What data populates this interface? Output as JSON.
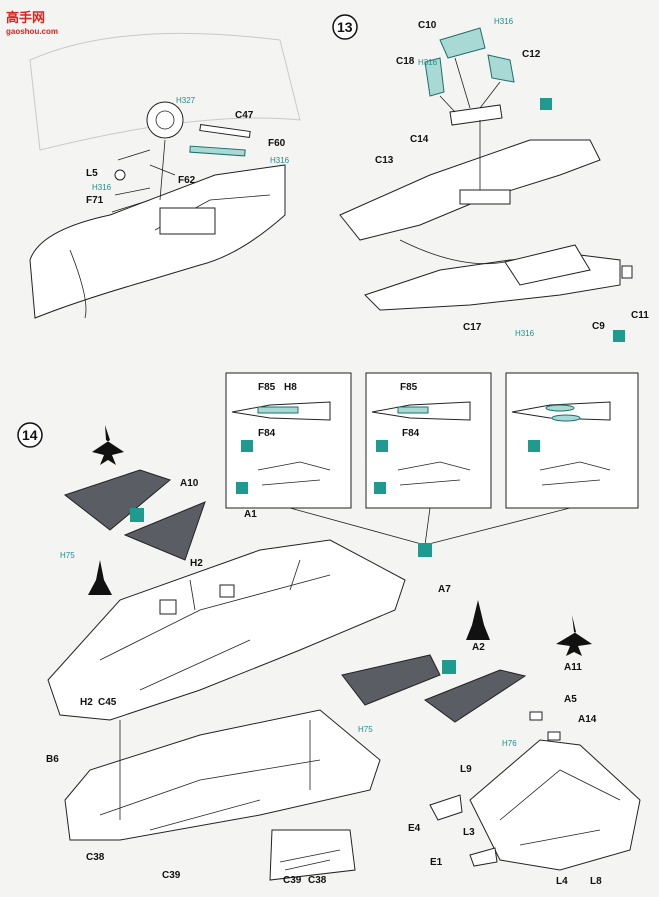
{
  "watermark": {
    "text": "高手网",
    "url": "gaoshou.com"
  },
  "steps": {
    "s13": "13",
    "s14": "14"
  },
  "h_prefix": "H",
  "h_codes": {
    "h327": "327",
    "h316": "316",
    "h75": "75",
    "h76": "76"
  },
  "parts_step12": {
    "C47": "C47",
    "F60": "F60",
    "F62": "F62",
    "L5": "L5",
    "F71": "F71"
  },
  "parts_step13": {
    "C10": "C10",
    "C12": "C12",
    "C18": "C18",
    "C14": "C14",
    "C13": "C13",
    "C17": "C17",
    "C9": "C9",
    "C11": "C11"
  },
  "parts_inset": {
    "F85": "F85",
    "H8": "H8",
    "F84": "F84"
  },
  "parts_step14": {
    "A10": "A10",
    "A1": "A1",
    "H2": "H2",
    "A7": "A7",
    "A2": "A2",
    "A11": "A11",
    "A5": "A5",
    "A14": "A14",
    "C45": "C45",
    "B6": "B6",
    "C38": "C38",
    "C39": "C39",
    "L9": "L9",
    "E4": "E4",
    "L3": "L3",
    "E1": "E1",
    "L4": "L4",
    "L8": "L8"
  },
  "colors": {
    "teal": "#1f9a8f",
    "cement": "#5a5d63"
  }
}
